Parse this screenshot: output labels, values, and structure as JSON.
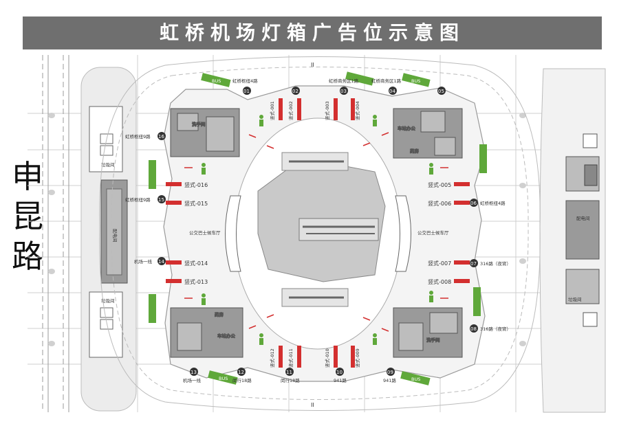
{
  "title": "虹桥机场灯箱广告位示意图",
  "road_label": "申昆路",
  "colors": {
    "title_bg": "#6f6f6f",
    "lightbox": "#d32f2f",
    "bus_stop": "#5fa83a",
    "building": "#9a9a9a",
    "number_circle": "#333333"
  },
  "lightboxes": {
    "v001": "竖式-001",
    "v002": "竖式-002",
    "v003": "竖式-003",
    "v004": "竖式-004",
    "h005": "竖式-005",
    "h006": "竖式-006",
    "h007": "竖式-007",
    "h008": "竖式-008",
    "v009": "竖式-009",
    "v010": "竖式-010",
    "v011": "竖式-011",
    "v012": "竖式-012",
    "h013": "竖式-013",
    "h014": "竖式-014",
    "h015": "竖式-015",
    "h016": "竖式-016"
  },
  "stop_numbers": {
    "n01": "01",
    "n02": "02",
    "n03": "03",
    "n04": "04",
    "n05": "05",
    "n06": "06",
    "n07": "07",
    "n08": "08",
    "n09": "09",
    "n10": "10",
    "n11": "11",
    "n12": "12",
    "n13": "13",
    "n14": "14",
    "n15": "15",
    "n16": "16"
  },
  "stop_labels": {
    "s01": "虹桥枢纽4路",
    "s03": "虹桥商务区1路",
    "s04": "虹桥商务区1路",
    "s06": "虹桥枢纽4路",
    "s07": "316路（夜宵）",
    "s08": "316路（夜宵）",
    "s09": "941路",
    "s10": "941路",
    "s11": "闵行18路",
    "s12": "闵行18路",
    "s13": "机场一线",
    "s14": "机场一线",
    "s15": "虹桥枢纽9路",
    "s16": "虹桥枢纽9路"
  },
  "bus_text": "BUS",
  "rooms": {
    "r_tl": "洗手间",
    "r_tr1": "车站办公",
    "r_tr2": "药房",
    "r_bl1": "药房",
    "r_bl2": "车站办公",
    "r_br": "洗手间",
    "left_corridor": "公交巴士候车厅",
    "right_corridor": "公交巴士候车厅",
    "left_top_room": "垃圾间",
    "left_mid_room": "配电间",
    "left_bottom_room": "垃圾间",
    "right_mid_room": "配电间",
    "right_bottom_room": "垃圾间"
  },
  "road_marks": {
    "top": "II",
    "bottom": "II"
  }
}
